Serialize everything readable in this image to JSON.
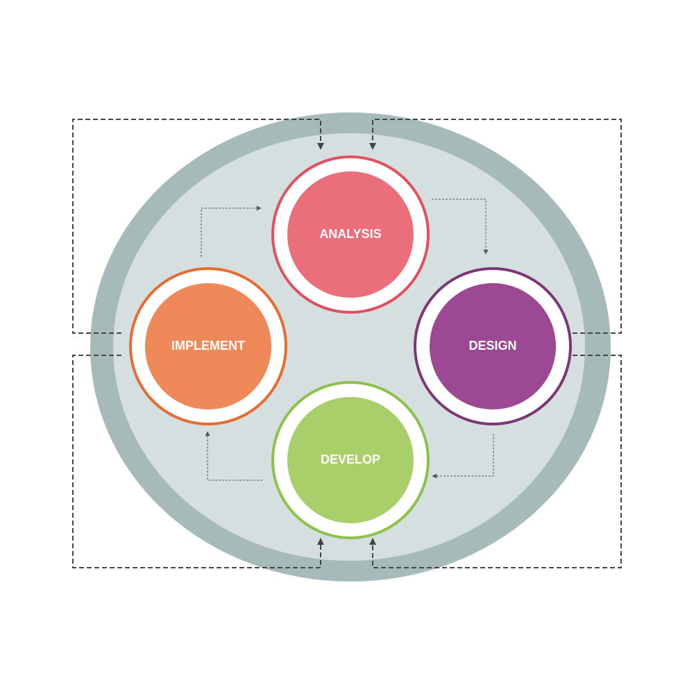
{
  "colors": {
    "outer_ring": "#a5bab9",
    "inner_fill": "#d5dfdf",
    "connector": "#444444",
    "white": "#ffffff"
  },
  "nodes": {
    "analysis": {
      "label": "ANALYSIS",
      "fill": "#eb6f7b",
      "ring": "#e0505e"
    },
    "design": {
      "label": "DESIGN",
      "fill": "#9c4893",
      "ring": "#7d3775"
    },
    "develop": {
      "label": "DEVELOP",
      "fill": "#a8cf6a",
      "ring": "#8dc24a"
    },
    "implement": {
      "label": "IMPLEMENT",
      "fill": "#ef8959",
      "ring": "#e76c30"
    }
  }
}
